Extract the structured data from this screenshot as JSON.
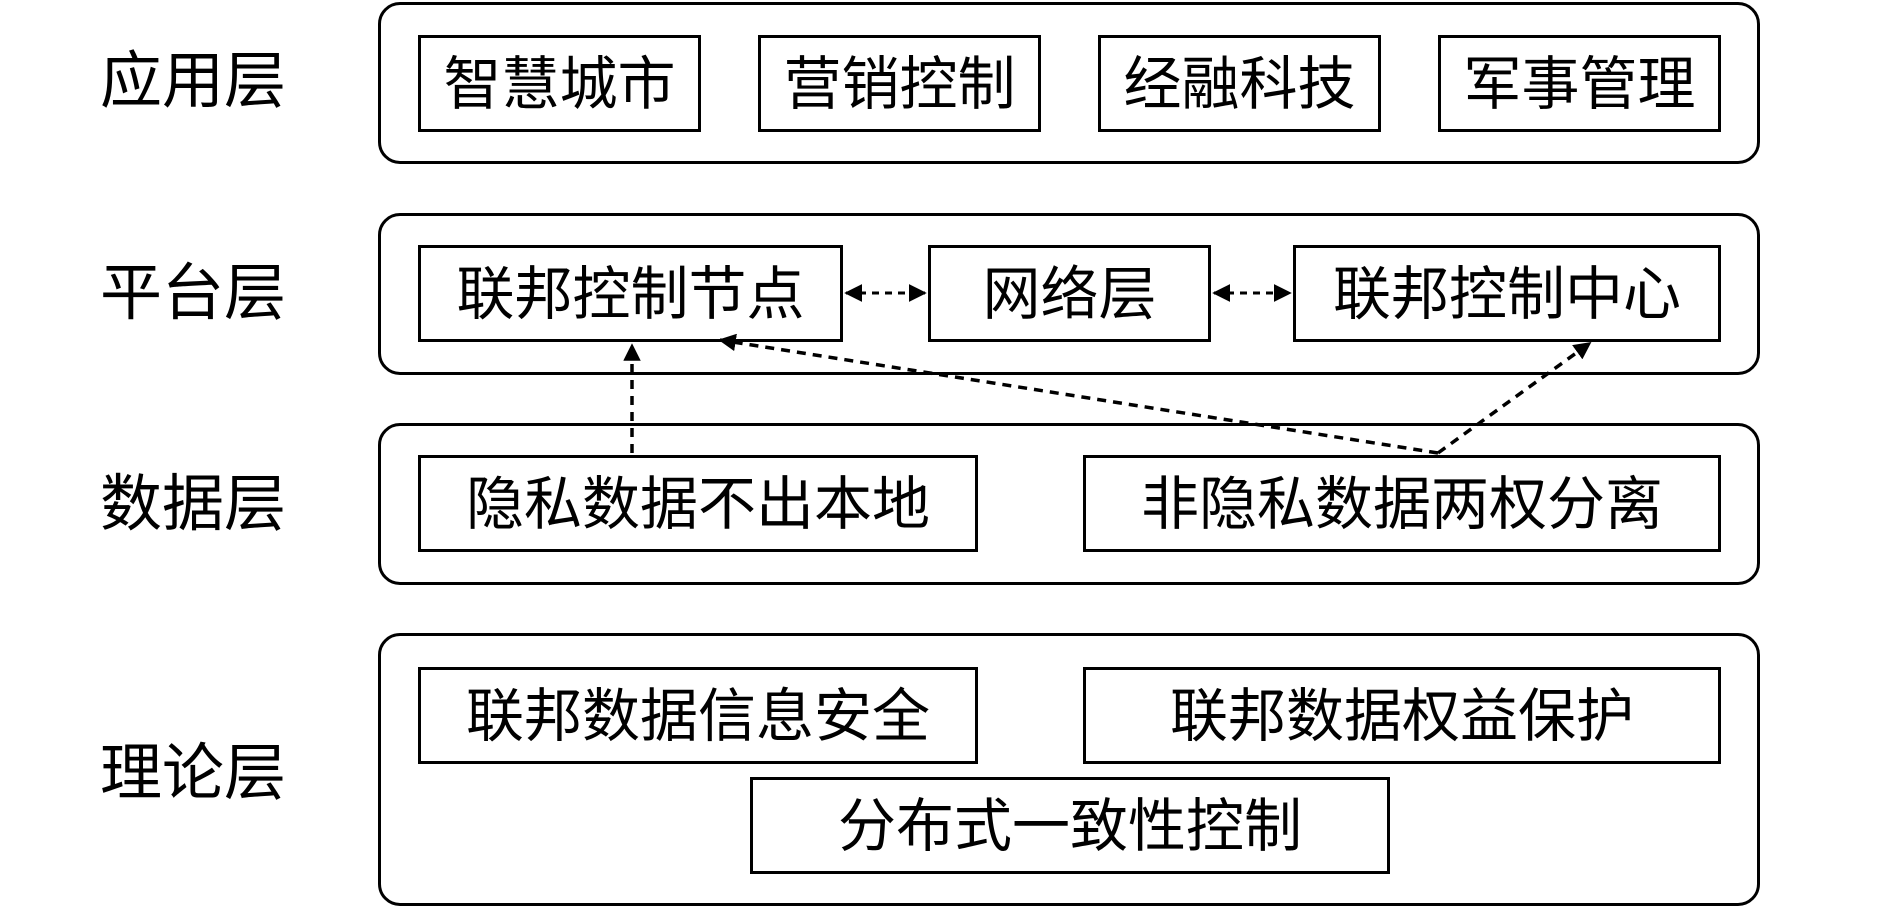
{
  "layers": {
    "application": {
      "label": "应用层",
      "items": [
        "智慧城市",
        "营销控制",
        "经融科技",
        "军事管理"
      ]
    },
    "platform": {
      "label": "平台层",
      "items": [
        "联邦控制节点",
        "网络层",
        "联邦控制中心"
      ]
    },
    "data": {
      "label": "数据层",
      "items": [
        "隐私数据不出本地",
        "非隐私数据两权分离"
      ]
    },
    "theory": {
      "label": "理论层",
      "items": [
        "联邦数据信息安全",
        "联邦数据权益保护",
        "分布式一致性控制"
      ]
    }
  },
  "connectors": [
    {
      "from": "联邦控制节点",
      "to": "网络层",
      "style": "dashed",
      "direction": "both"
    },
    {
      "from": "网络层",
      "to": "联邦控制中心",
      "style": "dashed",
      "direction": "both"
    },
    {
      "from": "隐私数据不出本地",
      "to": "联邦控制节点",
      "style": "dashed",
      "direction": "forward"
    },
    {
      "from": "非隐私数据两权分离",
      "to": "联邦控制节点",
      "style": "dashed",
      "direction": "forward"
    },
    {
      "from": "非隐私数据两权分离",
      "to": "联邦控制中心",
      "style": "dashed",
      "direction": "forward"
    }
  ]
}
